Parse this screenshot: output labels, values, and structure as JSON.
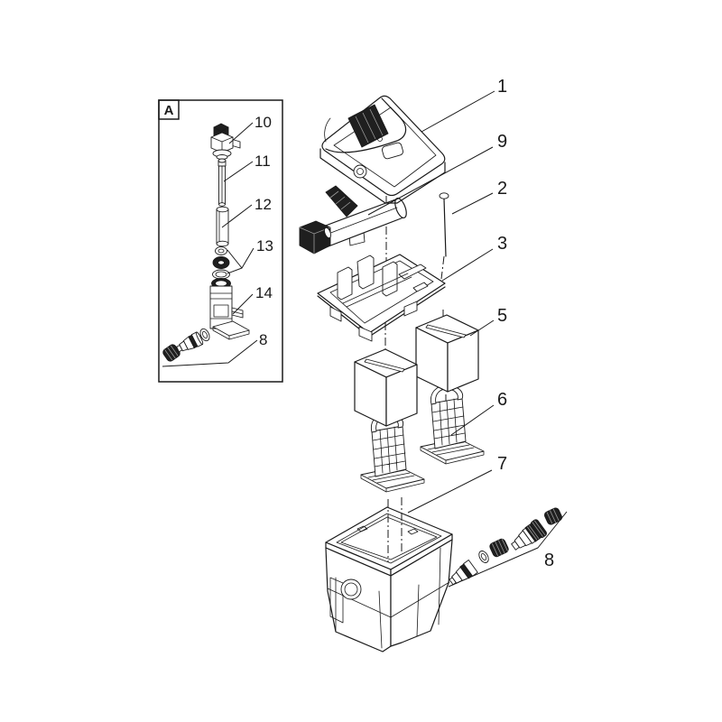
{
  "page": {
    "background": "#ffffff",
    "ink": "#1a1a1a",
    "dark_fill": "#1f1f1f"
  },
  "inset": {
    "label": "A",
    "callouts": {
      "c10": "10",
      "c11": "11",
      "c12": "12",
      "c13": "13",
      "c14": "14",
      "c8": "8"
    }
  },
  "main": {
    "callouts": {
      "c1": "1",
      "c9": "9",
      "c2": "2",
      "c3": "3",
      "c5": "5",
      "c6": "6",
      "c7": "7",
      "c8": "8"
    }
  }
}
